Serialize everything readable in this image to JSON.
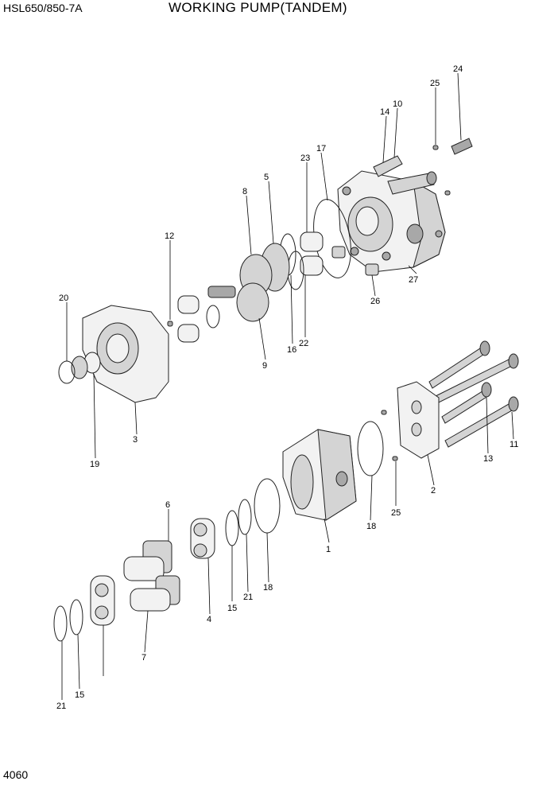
{
  "header": {
    "model": "HSL650/850-7A",
    "title": "WORKING PUMP(TANDEM)"
  },
  "footer": {
    "page_number": "4060"
  },
  "callouts": [
    "1",
    "2",
    "3",
    "4",
    "5",
    "6",
    "7",
    "8",
    "9",
    "10",
    "11",
    "12",
    "13",
    "14",
    "15",
    "16",
    "17",
    "18",
    "19",
    "20",
    "21",
    "22",
    "23",
    "24",
    "25",
    "26",
    "27"
  ]
}
